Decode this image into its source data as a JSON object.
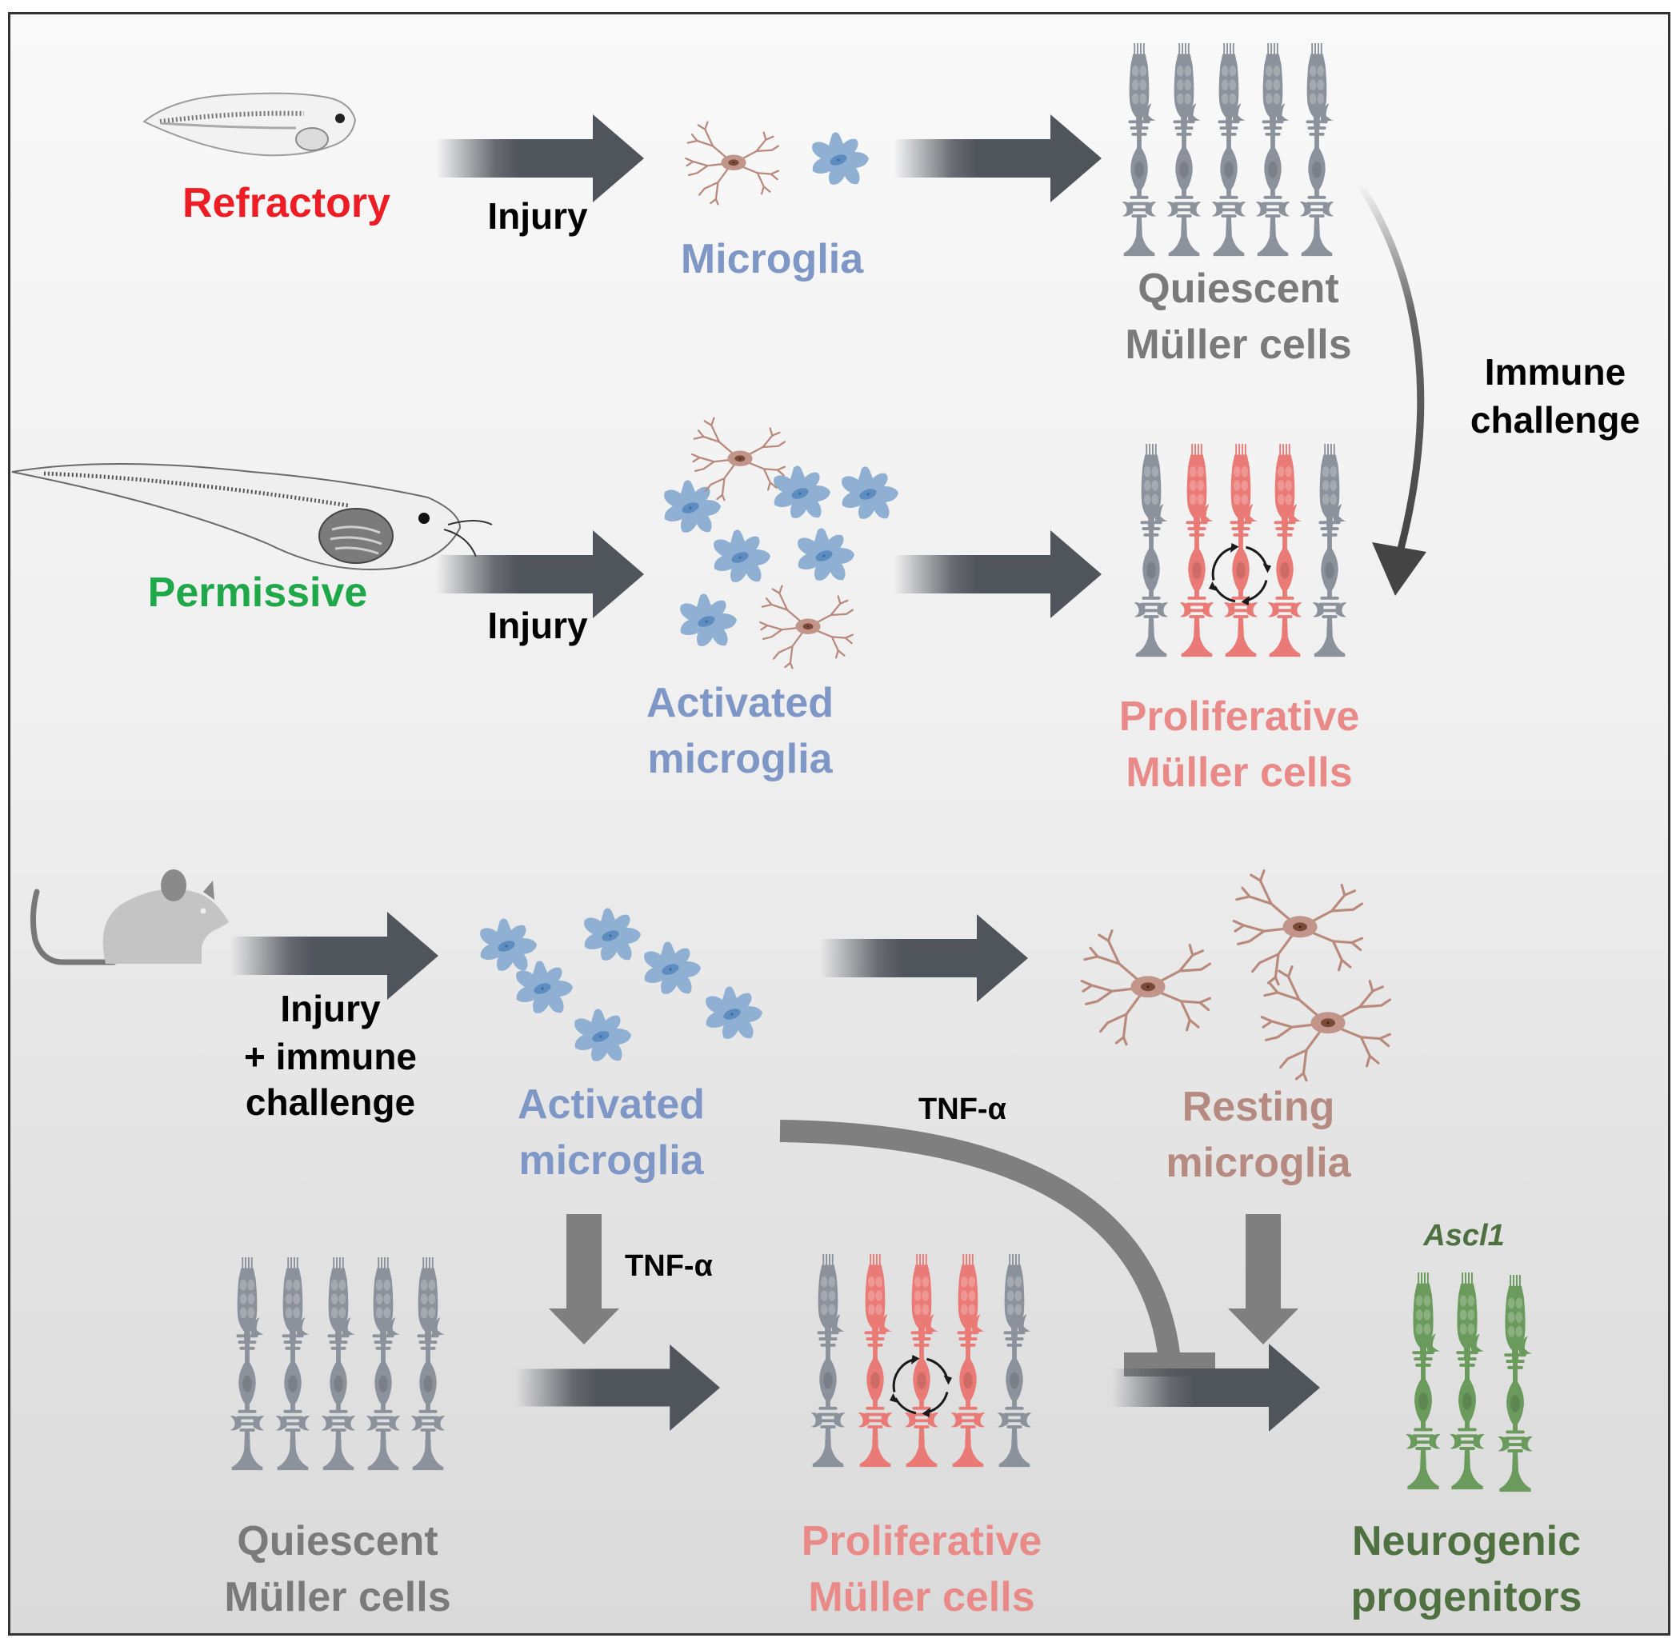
{
  "colors": {
    "refractory": "#ee1c24",
    "permissive": "#1ea84a",
    "microglia_text": "#7f97c6",
    "quiescent_text": "#7a7a7a",
    "proliferative_text": "#e98a88",
    "resting_text": "#b58a80",
    "neurogenic_text": "#4f7040",
    "black_text": "#000000",
    "arrow_dark": "#50545b",
    "arrow_inhib": "#7f7f7f",
    "muller_gray": "#8c929b",
    "muller_red": "#ea7a76",
    "muller_green": "#6a9a5c",
    "microglia_blue": "#8fb0d2",
    "ramified_brown": "#b98a7c"
  },
  "row1": {
    "organism": "tadpole-icon",
    "condition_label": "Refractory",
    "arrow1_label": "Injury",
    "microglia_label": "Microglia",
    "muller_label_line1": "Quiescent",
    "muller_label_line2": "Müller cells",
    "side_arrow_line1": "Immune",
    "side_arrow_line2": "challenge"
  },
  "row2": {
    "organism": "tadpole-late-icon",
    "condition_label": "Permissive",
    "arrow1_label": "Injury",
    "microglia_label_line1": "Activated",
    "microglia_label_line2": "microglia",
    "muller_label_line1": "Proliferative",
    "muller_label_line2": "Müller cells"
  },
  "row3": {
    "organism": "mouse-icon",
    "arrow1_line1": "Injury",
    "arrow1_line2": "+ immune",
    "arrow1_line3": "challenge",
    "activated_line1": "Activated",
    "activated_line2": "microglia",
    "resting_line1": "Resting",
    "resting_line2": "microglia",
    "inhibit_label": "TNF-α",
    "down_arrow_label": "TNF-α",
    "gene_label": "Ascl1",
    "quiescent_line1": "Quiescent",
    "quiescent_line2": "Müller cells",
    "proliferative_line1": "Proliferative",
    "proliferative_line2": "Müller cells",
    "neurogenic_line1": "Neurogenic",
    "neurogenic_line2": "progenitors"
  }
}
